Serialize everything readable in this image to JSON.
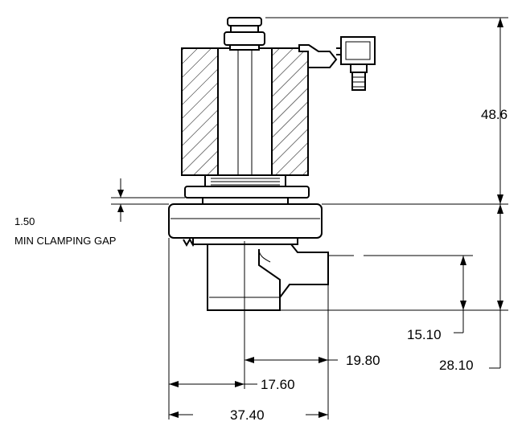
{
  "dimensions": {
    "overall_height": "48.6",
    "clamping_gap": "1.50",
    "clamping_note": "MIN CLAMPING GAP",
    "outlet_height": "15.10",
    "body_height": "28.10",
    "outlet_offset": "19.80",
    "centerline_offset": "17.60",
    "overall_width": "37.40"
  },
  "colors": {
    "line": "#000000",
    "background": "#ffffff"
  }
}
